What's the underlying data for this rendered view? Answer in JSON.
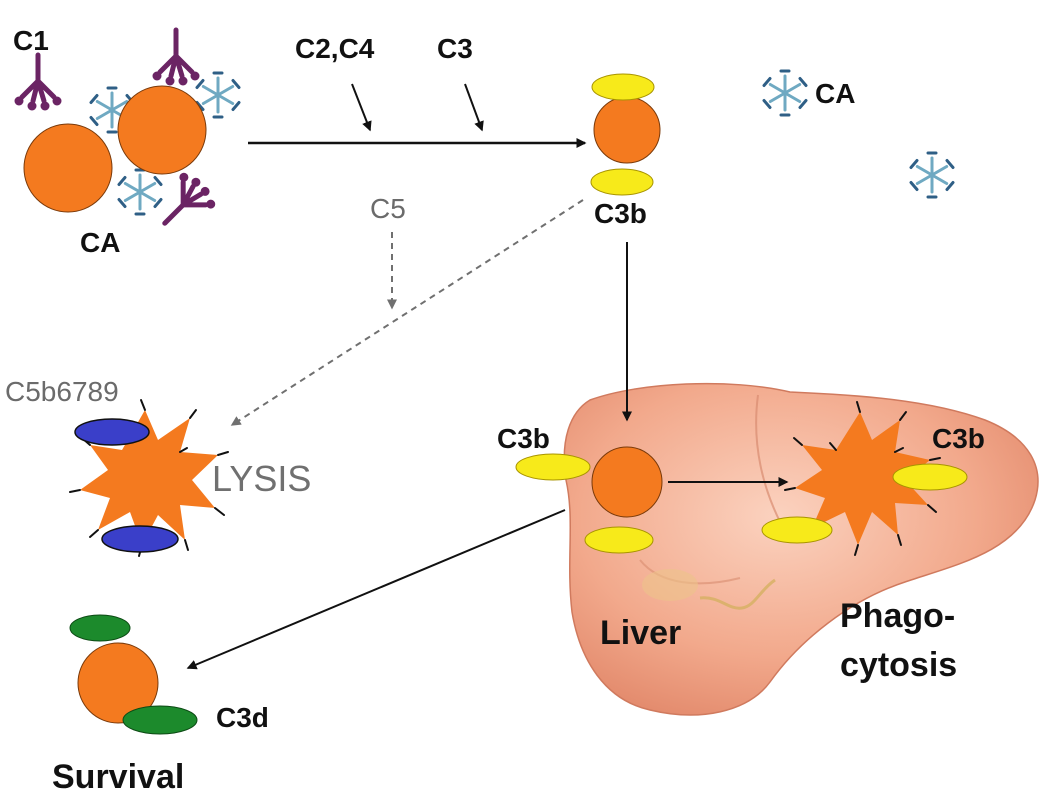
{
  "labels": {
    "c1": "C1",
    "ca_cluster": "CA",
    "c2c4": "C2,C4",
    "c3": "C3",
    "ca_free": "CA",
    "c3b_top": "C3b",
    "c5": "C5",
    "c5b6789": "C5b6789",
    "lysis": "LYSIS",
    "c3b_liver_left": "C3b",
    "c3b_liver_right": "C3b",
    "liver": "Liver",
    "phago_line1": "Phago-",
    "phago_line2": "cytosis",
    "c3d": "C3d",
    "survival": "Survival"
  },
  "colors": {
    "cell": "#f47a1f",
    "c3b_fragment": "#f7ea1a",
    "c3d_fragment": "#1c8a2c",
    "mac_complex": "#3a3fc9",
    "c1_molecule": "#6b2464",
    "antibody_heavy": "#6fa9c2",
    "antibody_light": "#2f5f86",
    "liver": "#f2a98c",
    "arrow": "#111111",
    "dashed_arrow": "#6b6b6b"
  }
}
